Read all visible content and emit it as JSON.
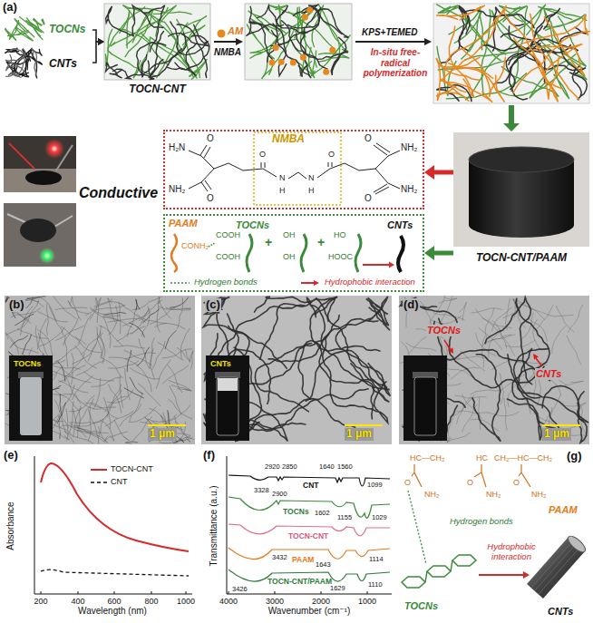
{
  "diagram": {
    "nodes": [
      {
        "text": [
          "TOCNs"
        ]
      },
      {
        "text": [
          "CNTs"
        ]
      },
      {
        "text": [
          "TOCN-CNT"
        ]
      },
      {
        "text": [
          "TOCN-CNT/PAAM"
        ]
      },
      {
        "text": [
          "NMBA"
        ]
      },
      {
        "text": [
          "PAAM",
          "TOCNs",
          "CNTs",
          "Hydrogen bonds",
          "Hydrophobic interaction"
        ]
      },
      {
        "text": [
          "TOCNs",
          "1 μm"
        ]
      },
      {
        "text": [
          "CNTs",
          "1 μm"
        ]
      },
      {
        "text": [
          "TOCNs",
          "CNTs",
          "1 μm"
        ]
      }
    ],
    "edges": [
      {
        "from": 0,
        "to": 2,
        "arrow": "to"
      },
      {
        "from": 1,
        "to": 2,
        "arrow": "to"
      },
      {
        "from": 3,
        "to": 4,
        "arrow": "to"
      },
      {
        "from": 3,
        "to": 5,
        "arrow": "to"
      }
    ],
    "labels": [
      "(a)",
      "AM",
      "NMBA",
      "KPS+TEMED",
      "In-situ free-radical polymerization",
      "Conductive",
      "H₂N",
      "O",
      "NH₂",
      "O",
      "O",
      "N",
      "H",
      "N",
      "H",
      "O",
      "O",
      "NH₂",
      "O",
      "NH₂",
      "CONH₂",
      "COOH",
      "COOH",
      "+",
      "OH",
      "OH",
      "+",
      "HO",
      "HOOC",
      "(b)",
      "(c)",
      "(d)",
      "(e)",
      "Absorbance",
      "Wavelength (nm)",
      "200",
      "400",
      "600",
      "800",
      "1000",
      "(f)",
      "Transmittance (a.u.)",
      "Wavenumber (cm⁻¹)",
      "4000",
      "3000",
      "2000",
      "1000",
      "CNT",
      "TOCNs",
      "TOCN-CNT",
      "PAAM",
      "TOCN-CNT/PAAM",
      "3328",
      "2920",
      "2850",
      "1640",
      "1560",
      "1099",
      "2900",
      "1602",
      "1155",
      "1029",
      "3432",
      "1643",
      "1114",
      "3426",
      "1629",
      "1110",
      "(g)",
      "PAAM",
      "Hydrogen bonds",
      "Hydrophobic interaction",
      "TOCNs",
      "CNTs",
      "HC—CH₂",
      "HC",
      "CH₂—HC—CH₂",
      "O",
      "NH₂",
      "O",
      "NH₂",
      "O",
      "NH₂"
    ],
    "legend": [
      {
        "text": "TOCN-CNT"
      },
      {
        "text": "CNT"
      }
    ]
  }
}
